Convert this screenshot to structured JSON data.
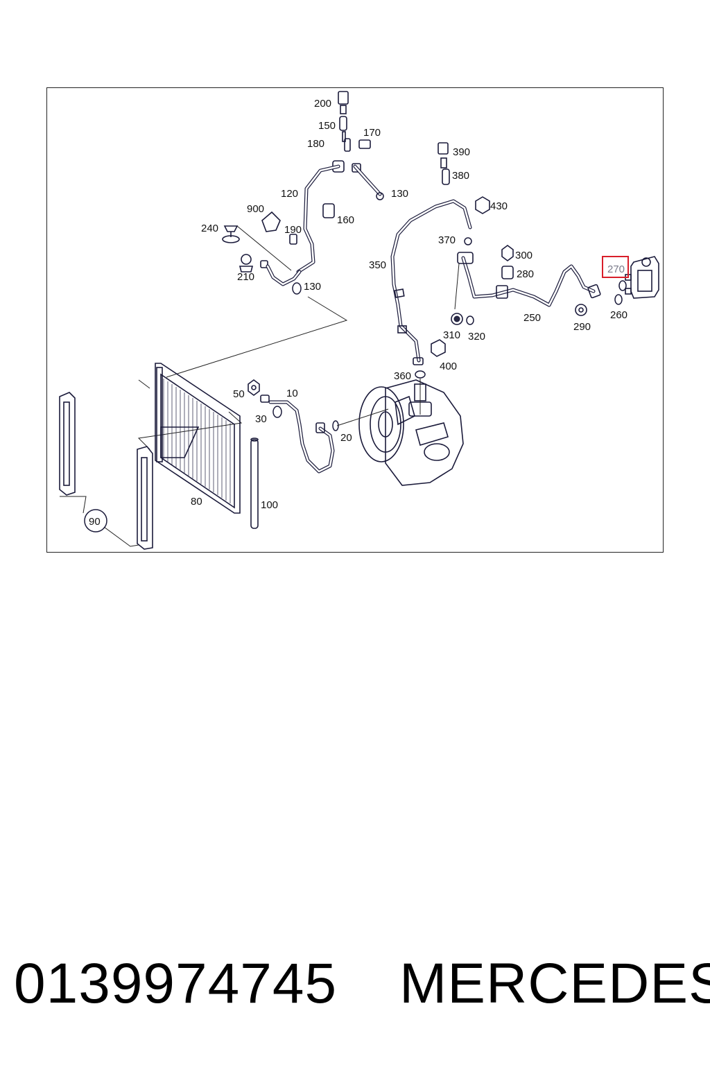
{
  "diagram": {
    "callouts": [
      "200",
      "150",
      "170",
      "180",
      "120",
      "130",
      "160",
      "900",
      "240",
      "190",
      "210",
      "130",
      "390",
      "380",
      "430",
      "370",
      "350",
      "300",
      "280",
      "270",
      "250",
      "290",
      "260",
      "310",
      "320",
      "400",
      "360",
      "50",
      "10",
      "30",
      "20",
      "80",
      "100",
      "90"
    ],
    "highlighted_callout": "270"
  },
  "caption": {
    "part_number": "0139974745",
    "brand": "MERCEDES"
  },
  "colors": {
    "line": "#1a1a3a",
    "highlight": "#d81e2a"
  }
}
